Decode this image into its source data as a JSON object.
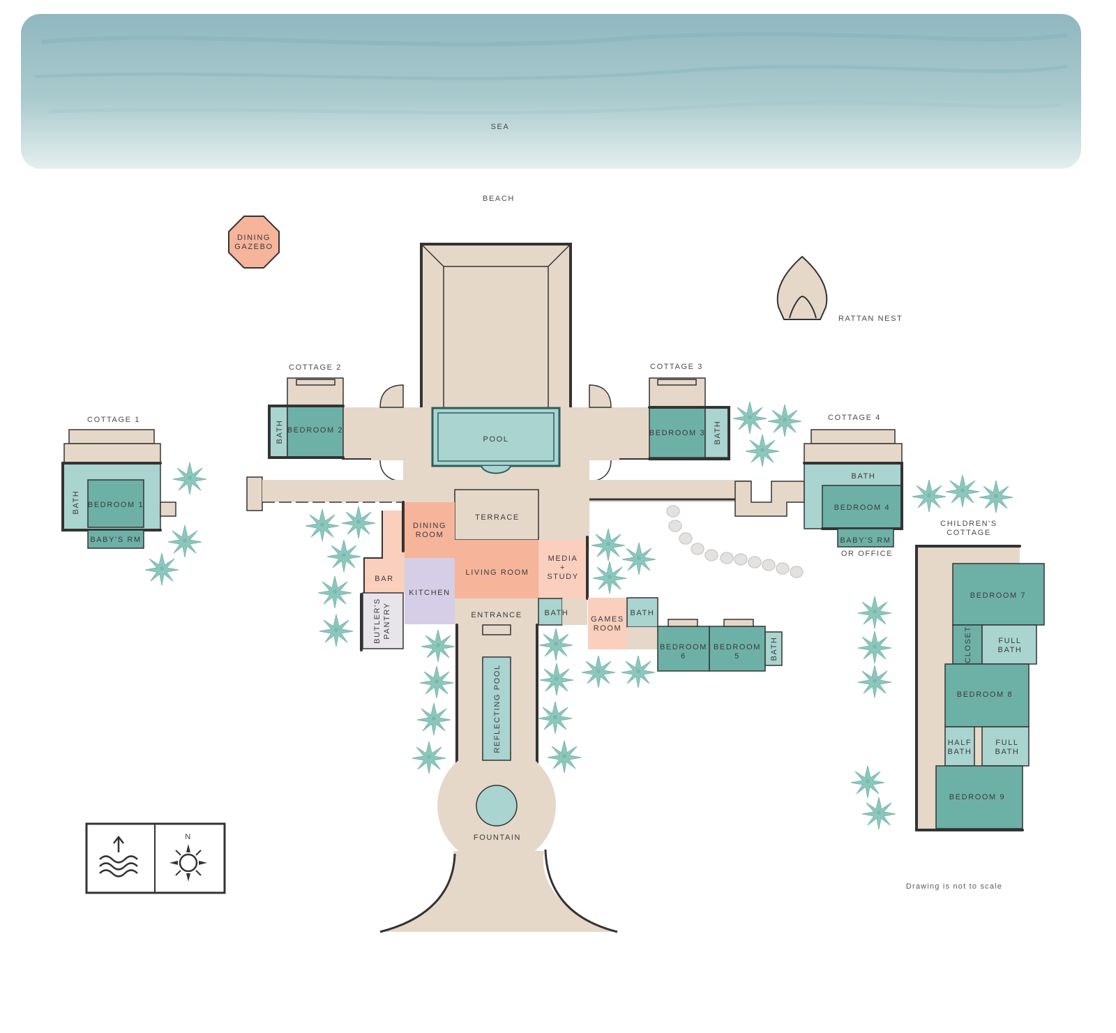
{
  "labels": {
    "sea": "SEA",
    "beach": "BEACH",
    "dining_gazebo_1": "DINING",
    "dining_gazebo_2": "GAZEBO",
    "rattan_nest": "RATTAN NEST",
    "cottage_1": "COTTAGE 1",
    "cottage_2": "COTTAGE 2",
    "cottage_3": "COTTAGE 3",
    "cottage_4": "COTTAGE 4",
    "childrens_cottage_1": "CHILDREN'S",
    "childrens_cottage_2": "COTTAGE",
    "pool": "POOL",
    "terrace": "TERRACE",
    "dining_room_1": "DINING",
    "dining_room_2": "ROOM",
    "living_room": "LIVING ROOM",
    "media_1": "MEDIA",
    "media_2": "+",
    "media_3": "STUDY",
    "bar": "BAR",
    "kitchen": "KITCHEN",
    "butlers_pantry_1": "BUTLER'S",
    "butlers_pantry_2": "PANTRY",
    "entrance": "ENTRANCE",
    "bath": "BATH",
    "games_room_1": "GAMES",
    "games_room_2": "ROOM",
    "bedroom_1": "BEDROOM 1",
    "bedroom_2": "BEDROOM 2",
    "bedroom_3": "BEDROOM 3",
    "bedroom_4": "BEDROOM 4",
    "bedroom_5_1": "BEDROOM",
    "bedroom_5_2": "5",
    "bedroom_6_1": "BEDROOM",
    "bedroom_6_2": "6",
    "bedroom_7": "BEDROOM 7",
    "bedroom_8": "BEDROOM 8",
    "bedroom_9": "BEDROOM 9",
    "babys_rm": "BABY'S RM",
    "or_office": "OR OFFICE",
    "closet": "CLOSET",
    "full_1": "FULL",
    "half_1": "HALF",
    "reflecting_pool": "REFLECTING POOL",
    "fountain": "FOUNTAIN",
    "compass_n": "N",
    "note": "Drawing is not to scale"
  },
  "colors": {
    "sea": "#9fc3c8",
    "beige": "#e5d8c9",
    "teal_dark": "#6db1a6",
    "teal_light": "#a9d4d0",
    "coral": "#f6b49b",
    "coral_light": "#fbcfbd",
    "lavender": "#d6cde6",
    "wall": "#333333",
    "palm": "#8cc7bd"
  },
  "icons": [
    "palm-tree-icon",
    "stepping-stone-icon",
    "sea-direction-icon",
    "compass-rose-icon"
  ]
}
